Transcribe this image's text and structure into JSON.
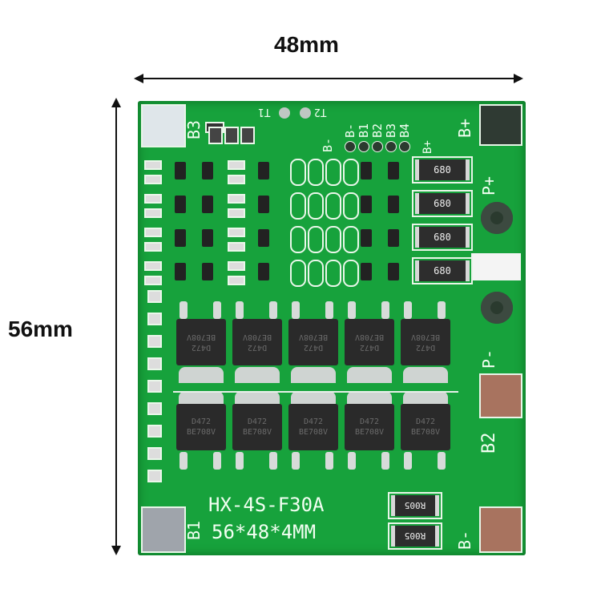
{
  "dimensions": {
    "width_label": "48mm",
    "height_label": "56mm"
  },
  "board": {
    "model": "HX-4S-F30A",
    "size_text": "56*48*4MM",
    "color": "#17a23c",
    "labels": {
      "b3": "B3",
      "t1": "T1",
      "t2": "T2",
      "b_minus_top": "B-",
      "header": [
        "B-",
        "B1",
        "B2",
        "B3",
        "B4"
      ],
      "b_plus_small": "B+",
      "b_plus": "B+",
      "p_plus": "P+",
      "p_minus": "P-",
      "b2": "B2",
      "b1": "B1",
      "b_minus": "B-"
    },
    "resistor_680": [
      "680",
      "680",
      "680",
      "680"
    ],
    "resistor_r005": [
      "R005",
      "R005"
    ],
    "mosfet_top": [
      [
        "D472",
        "BE708V"
      ],
      [
        "D472",
        "BE708V"
      ],
      [
        "D472",
        "BE708V"
      ],
      [
        "D472",
        "BE708V"
      ],
      [
        "D472",
        "BE708V"
      ]
    ],
    "mosfet_bottom": [
      [
        "D472",
        "BE708V"
      ],
      [
        "D472",
        "BE708V"
      ],
      [
        "D472",
        "BE708V"
      ],
      [
        "D472",
        "BE708V"
      ],
      [
        "D472",
        "BE708V"
      ]
    ]
  }
}
